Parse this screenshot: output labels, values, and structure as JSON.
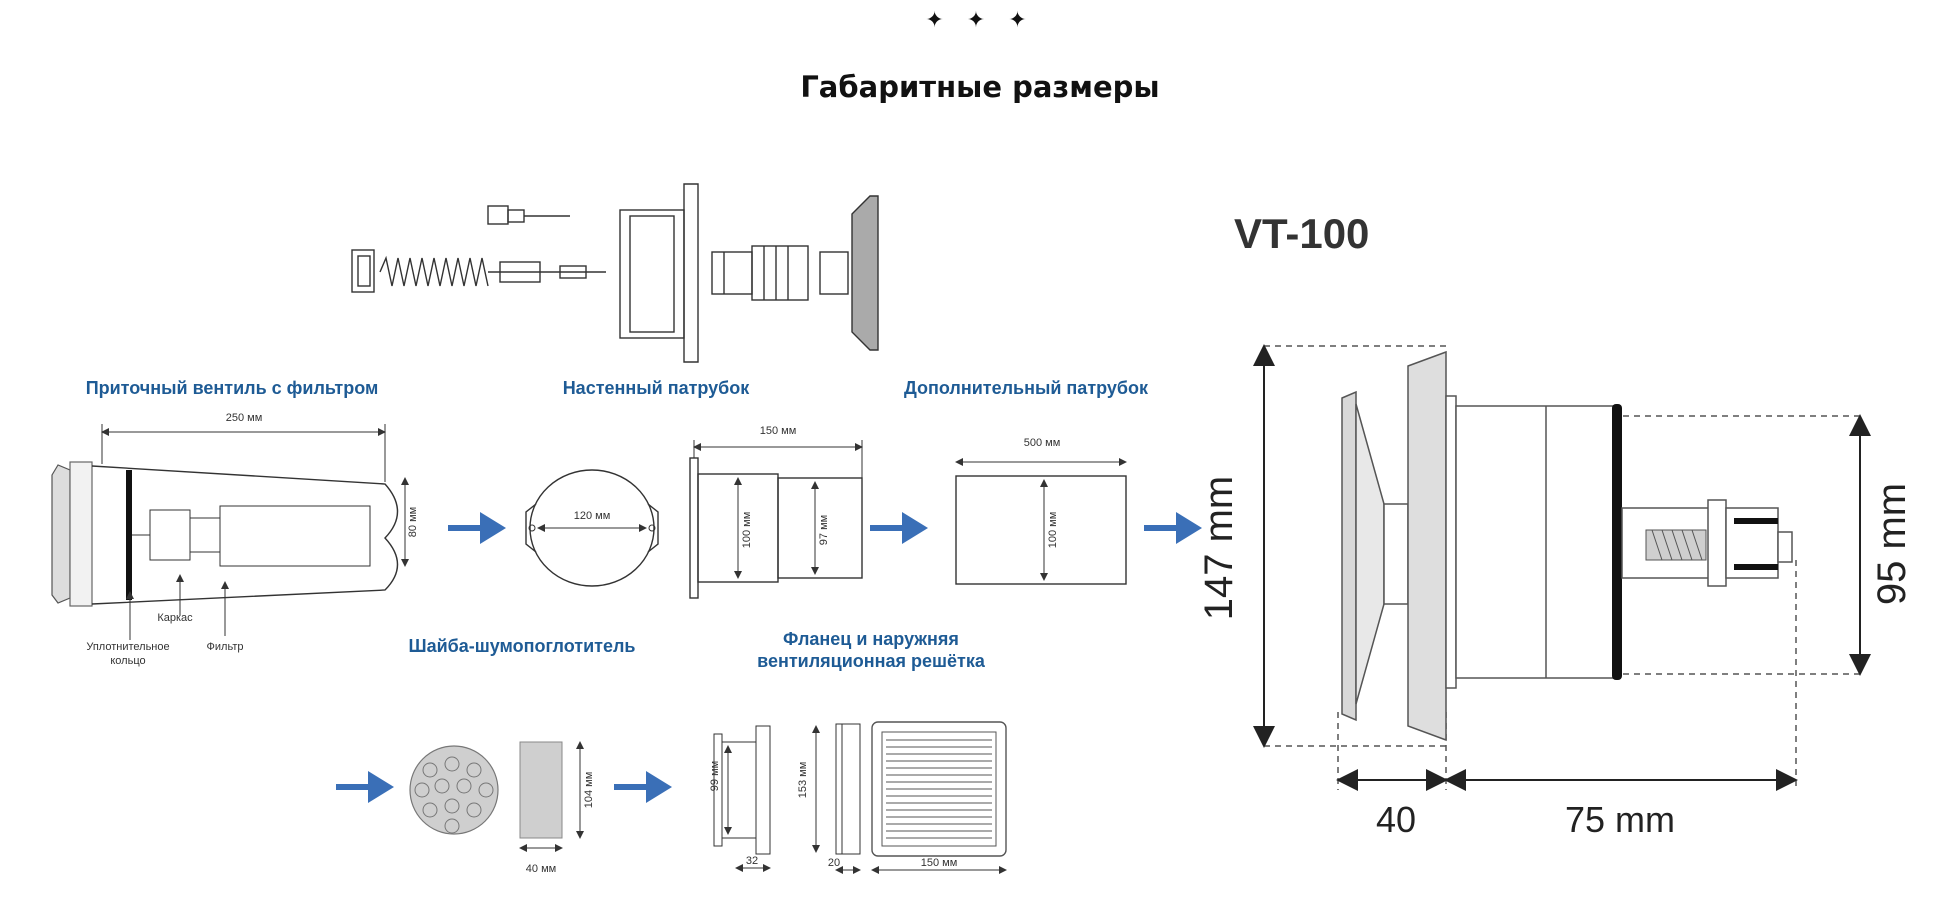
{
  "header": {
    "ornament": "✦ ✦ ✦",
    "title": "Габаритные размеры"
  },
  "model": "VT-100",
  "labels": {
    "supply_valve": "Приточный вентиль с фильтром",
    "wall_pipe": "Настенный патрубок",
    "extra_pipe": "Дополнительный патрубок",
    "washer": "Шайба-шумопоглотитель",
    "flange_line1": "Фланец и наружняя",
    "flange_line2": "вентиляционная решётка",
    "seal_ring_line1": "Уплотнительное",
    "seal_ring_line2": "кольцо",
    "frame": "Каркас",
    "filter": "Фильтр"
  },
  "dims": {
    "valve_length": "250 мм",
    "valve_height": "80 мм",
    "wall_pipe_diam": "120 мм",
    "wall_pipe_length": "150 мм",
    "wall_pipe_h1": "100 мм",
    "wall_pipe_h2": "97 мм",
    "extra_length": "500 мм",
    "extra_height": "100 мм",
    "washer_height": "104 мм",
    "washer_width": "40 мм",
    "flange_diam": "99 мм",
    "flange_depth": "32",
    "grille_height": "153 мм",
    "grille_depth": "20",
    "grille_width": "150 мм",
    "vt_height": "147 mm",
    "vt_inner": "95 mm",
    "vt_depth1": "40",
    "vt_depth2": "75 mm"
  },
  "colors": {
    "label_blue": "#1e5b95",
    "arrow_blue": "#3a6fb7"
  }
}
